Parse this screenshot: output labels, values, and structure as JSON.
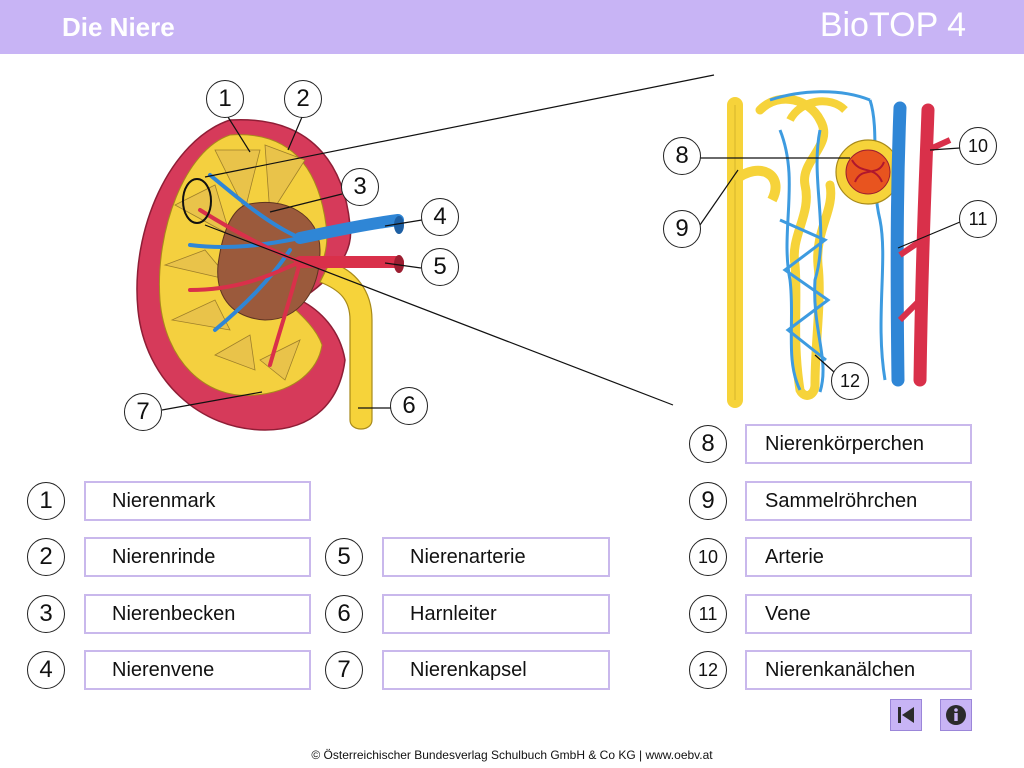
{
  "header": {
    "title": "Die Niere",
    "brand": "BioTOP 4"
  },
  "figure_numbers": [
    "1",
    "2",
    "3",
    "4",
    "5",
    "6",
    "7",
    "8",
    "9",
    "10",
    "11",
    "12"
  ],
  "labels": [
    {
      "number": "1",
      "text": "Nierenmark"
    },
    {
      "number": "2",
      "text": "Nierenrinde"
    },
    {
      "number": "3",
      "text": "Nierenbecken"
    },
    {
      "number": "4",
      "text": "Nierenvene"
    },
    {
      "number": "5",
      "text": "Nierenarterie"
    },
    {
      "number": "6",
      "text": "Harnleiter"
    },
    {
      "number": "7",
      "text": "Nierenkapsel"
    },
    {
      "number": "8",
      "text": "Nierenkörperchen"
    },
    {
      "number": "9",
      "text": "Sammelröhrchen"
    },
    {
      "number": "10",
      "text": "Arterie"
    },
    {
      "number": "11",
      "text": "Vene"
    },
    {
      "number": "12",
      "text": "Nierenkanälchen"
    }
  ],
  "nav": {
    "back_icon": "skip-back-icon",
    "info_icon": "info-icon"
  },
  "footer": "© Österreichischer Bundesverlag Schulbuch GmbH & Co KG | www.oebv.at",
  "colors": {
    "header": "#c8b4f5",
    "box_border": "#c9b8ec",
    "artery": "#d9304a",
    "vein": "#2f86d6",
    "ureter": "#f6d33a",
    "capsule": "#d63a5a"
  }
}
